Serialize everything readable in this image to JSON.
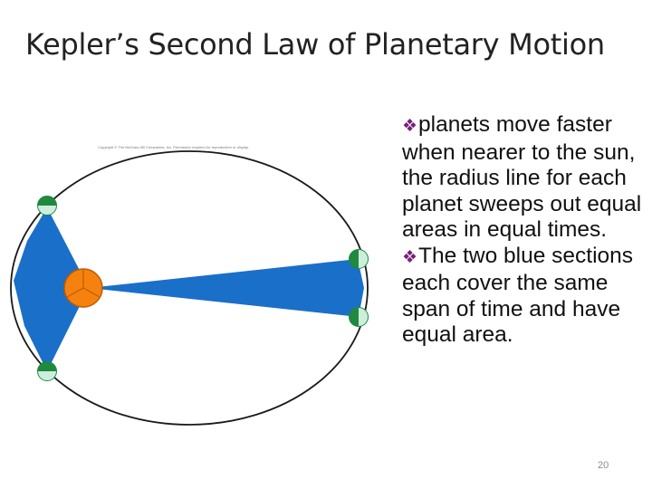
{
  "slide": {
    "title": "Kepler’s Second Law of Planetary Motion",
    "page_number": "20"
  },
  "diagram": {
    "copyright": "Copyright © The McGraw-Hill Companies, Inc. Permission required for reproduction or display.",
    "sun_icon": "sun-icon",
    "planet_icon": "planet-icon",
    "colors": {
      "swept_area": "#1a6fc9",
      "sun": "#f5820f",
      "planet_dark": "#1f8a3e",
      "planet_light": "#cdeedd",
      "orbit": "#1a1a1a"
    }
  },
  "bullets": [
    {
      "marker": "❖",
      "text": "planets move faster when nearer to the sun, the radius line for each planet sweeps out equal areas in equal times."
    },
    {
      "marker": "❖",
      "text": "The two blue sections each cover the same span of time and have equal area."
    }
  ],
  "bullet_color": "#7a1f7a"
}
